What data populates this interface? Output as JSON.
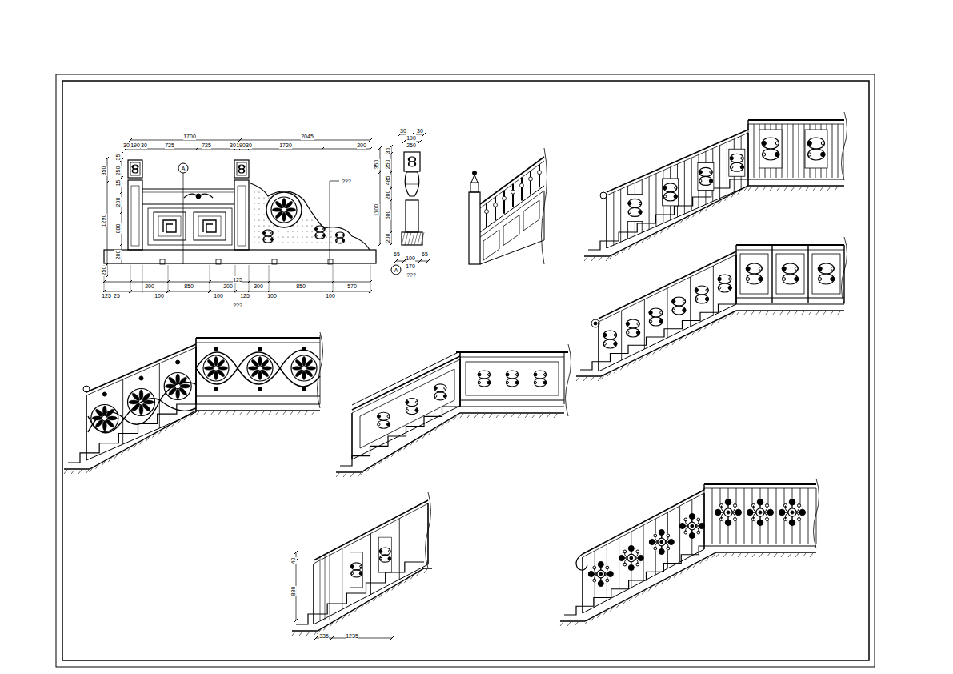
{
  "diagram": {
    "labels": [
      "1700",
      "2045",
      "30",
      "190",
      "30",
      "725",
      "725",
      "30",
      "190",
      "30",
      "1720",
      "200",
      "350",
      "1290",
      "250",
      "35",
      "250",
      "15",
      "200",
      "880",
      "200",
      "125",
      "200",
      "850",
      "200",
      "300",
      "850",
      "570",
      "125",
      "25",
      "100",
      "100",
      "125",
      "100",
      "100",
      "???",
      "A",
      "???",
      "30",
      "30",
      "190",
      "250",
      "350",
      "1100",
      "35",
      "250",
      "485",
      "200",
      "500",
      "200",
      "65",
      "100",
      "65",
      "170",
      "A",
      "???",
      "40",
      "880",
      "335",
      "1235"
    ]
  }
}
